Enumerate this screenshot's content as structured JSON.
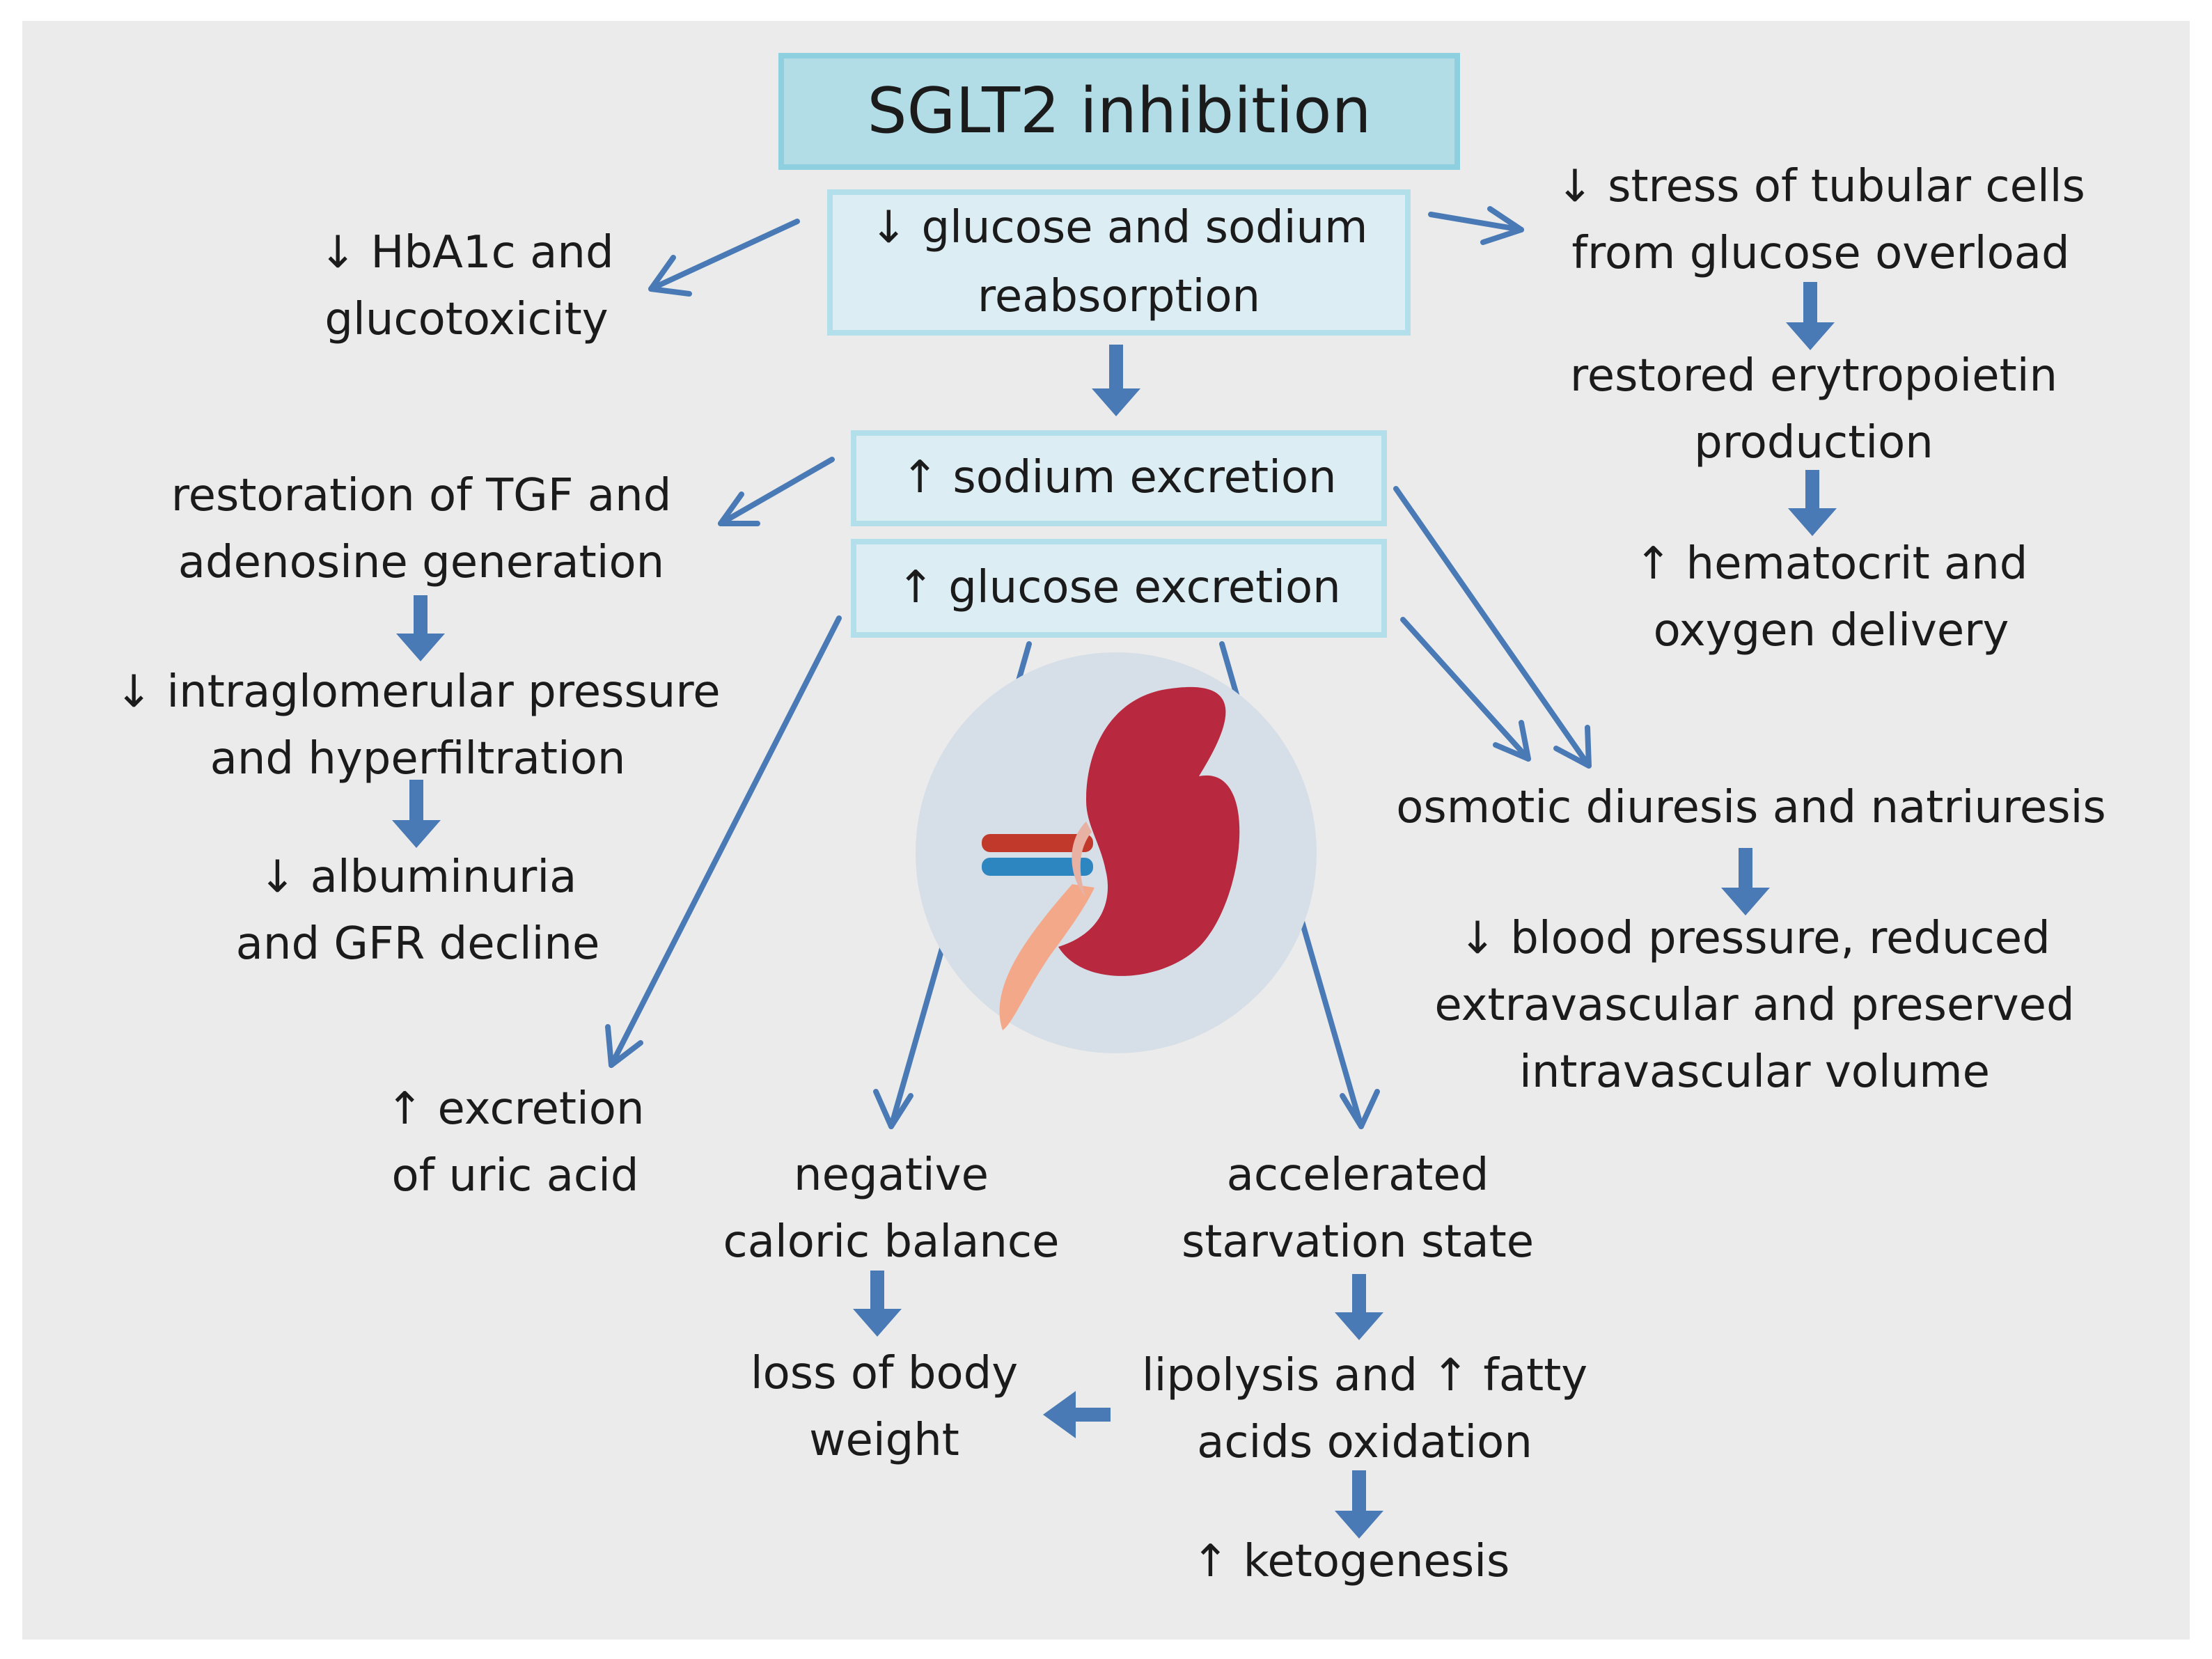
{
  "title": "SGLT2 inhibition",
  "boxes": {
    "reabsorption": [
      "↓ glucose and sodium",
      "reabsorption"
    ],
    "sodium": "↑ sodium excretion",
    "glucose": "↑ glucose excretion"
  },
  "labels": {
    "hba1c": [
      "↓ HbA1c and",
      "glucotoxicity"
    ],
    "stress": [
      "↓ stress of tubular cells",
      "from glucose overload"
    ],
    "epo": [
      "restored erytropoietin",
      "production"
    ],
    "hematocrit": [
      "↑ hematocrit and",
      "oxygen delivery"
    ],
    "tgf": [
      "restoration of TGF and",
      "adenosine generation"
    ],
    "intraglomerular": [
      "↓ intraglomerular pressure",
      "and hyperfiltration"
    ],
    "albuminuria": [
      "↓ albuminuria",
      "and GFR decline"
    ],
    "osmotic": [
      "osmotic diuresis and natriuresis"
    ],
    "blood_pressure": [
      "↓ blood pressure, reduced",
      "extravascular and preserved",
      "intravascular volume"
    ],
    "uric_acid": [
      "↑ excretion",
      "of uric acid"
    ],
    "caloric": [
      "negative",
      "caloric balance"
    ],
    "starvation": [
      "accelerated",
      "starvation state"
    ],
    "body_weight": [
      "loss of body",
      "weight"
    ],
    "lipolysis": [
      "lipolysis and ↑ fatty",
      "acids oxidation"
    ],
    "ketogenesis": [
      "↑ ketogenesis"
    ]
  },
  "colors": {
    "arrow": "#4a7ab5",
    "background": "#ebebeb",
    "main_box_fill": "#b2dce6",
    "sub_box_fill": "#dcedf3",
    "kidney": "#b8283e"
  },
  "icons": [
    "kidney-icon"
  ]
}
